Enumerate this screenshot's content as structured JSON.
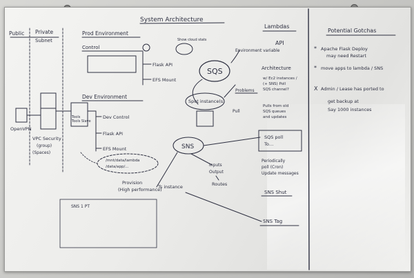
{
  "title": "System Architecture",
  "left": {
    "public": "Public",
    "private": "Private",
    "subnet": "Subnet",
    "openvpn": "OpenVPN",
    "vpc_security": "VPC Security",
    "group_label": "(group)",
    "group_note": "(Spaces)"
  },
  "prod": {
    "heading": "Prod Environment",
    "control": "Control",
    "flask": "Flask API",
    "efs": "EFS Mount"
  },
  "dev": {
    "heading": "Dev Environment",
    "tools_box": "Tools",
    "tools_slave": "Tools Slave",
    "control": "Dev Control",
    "flask": "Flask API",
    "efs": "EFS Mount",
    "efs_paths": "/mnt/data/lambda\n/data/app/..."
  },
  "queue": {
    "blurb": "Show cloud stats",
    "sqs": "SQS",
    "env_variables": "Environment variable",
    "spot": "Spot instance(s)",
    "problems": "Problems",
    "pull": "Pull",
    "sns": "SNS",
    "inputs": "Inputs",
    "output": "Output",
    "routes": "Routes",
    "provision": "Provision\n(High performance)",
    "new_instance": "Ts instance",
    "sns_box": "SNS 1 PT"
  },
  "lambdas": {
    "heading": "Lambdas",
    "api": "API",
    "arch": "Architecture",
    "notes": "w/ Ec2 instances /\n(+ SNS) Poll\nSQS channel?",
    "process": "Pulls from old\nSQS queues\nand updates",
    "poll": "SQS poll\nTo…",
    "periodic": "Periodically\npoll (Cron)\nUpdate messages",
    "sns_shut": "SNS Shut",
    "sns_tag": "SNS Tag"
  },
  "gotchas": {
    "heading": "Potential Gotchas",
    "items": [
      "Apache Flask Deploy\nmay need Restart",
      "move apps to lambda / SNS",
      "Admin / Lease has ported to\nget backup at\nSay 1000 instances"
    ]
  }
}
